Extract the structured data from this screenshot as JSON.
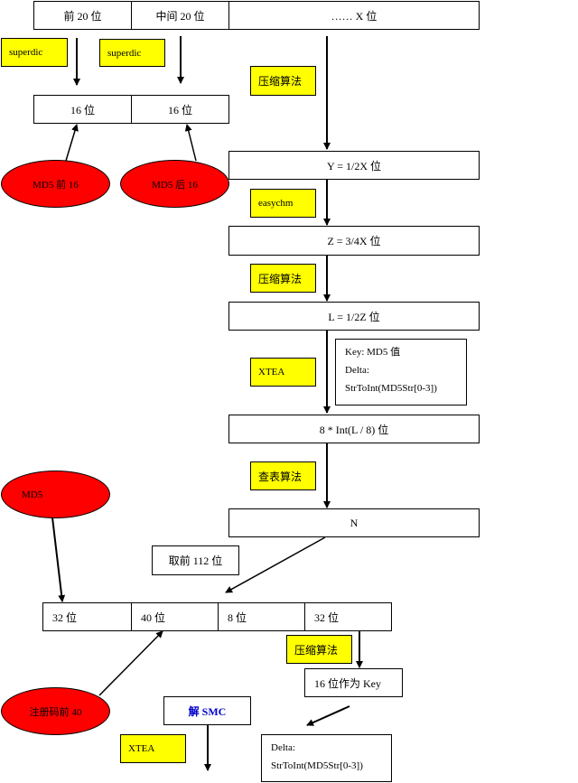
{
  "top_row": [
    "前 20 位",
    "中间 20 位",
    "…… X 位"
  ],
  "superdic_labels": [
    "superdic",
    "superdic"
  ],
  "row16": [
    "16 位",
    "16 位"
  ],
  "md5_ovals": [
    "MD5 前 16",
    "MD5 后 16"
  ],
  "chain": {
    "step1_label": "压缩算法",
    "y_box": "Y = 1/2X 位",
    "step2_label": "easychm",
    "z_box": "Z = 3/4X 位",
    "step3_label": "压缩算法",
    "l_box": "L = 1/2Z 位",
    "step4_label": "XTEA",
    "xtea_note": [
      "Key: MD5 值",
      "Delta:",
      "StrToInt(MD5Str[0-3])"
    ],
    "int_box": "8 * Int(L / 8) 位",
    "step5_label": "查表算法",
    "n_box": "N"
  },
  "take_first": "取前 112 位",
  "md5_oval": "MD5",
  "bottom_row": [
    "32 位",
    "40 位",
    "8 位",
    "32 位"
  ],
  "reg_oval": "注册码前 40",
  "compress_label": "压缩算法",
  "key_box": "16 位作为 Key",
  "smc_box": "解 SMC",
  "xtea_label": "XTEA",
  "delta_note": [
    "Delta:",
    "StrToInt(MD5Str[0-3])"
  ]
}
